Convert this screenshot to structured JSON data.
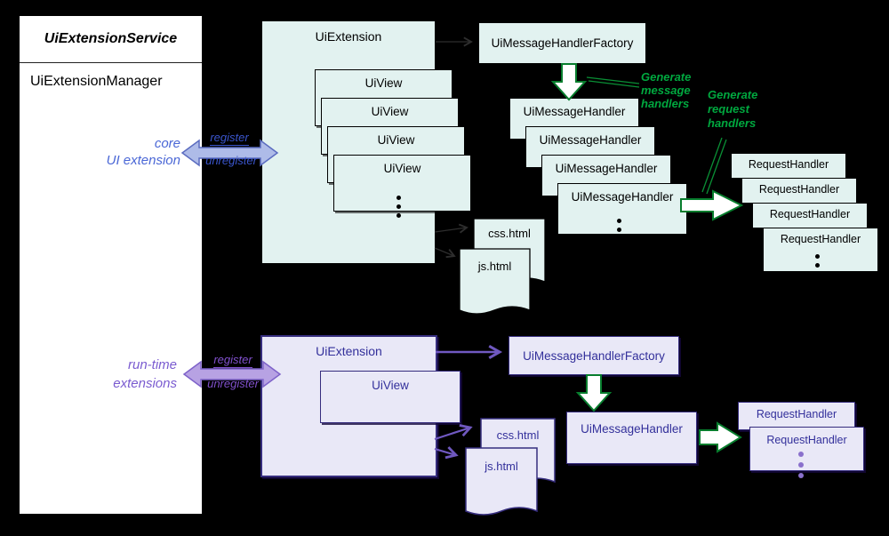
{
  "service": {
    "title": "UiExtensionService",
    "member": "UiExtensionManager",
    "core_label": [
      "core",
      "UI extension"
    ],
    "runtime_label": [
      "run-time",
      "extensions"
    ]
  },
  "top": {
    "register": "register",
    "unregister": "unregister",
    "extension_title": "UiExtension",
    "uiviews": [
      "UiView",
      "UiView",
      "UiView",
      "UiView"
    ],
    "factory": "UiMessageHandlerFactory",
    "handlers": [
      "UiMessageHandler",
      "UiMessageHandler",
      "UiMessageHandler",
      "UiMessageHandler"
    ],
    "request_handlers": [
      "RequestHandler",
      "RequestHandler",
      "RequestHandler",
      "RequestHandler"
    ],
    "docs": [
      "css.html",
      "js.html"
    ],
    "generate_message": [
      "Generate",
      "message",
      "handlers"
    ],
    "generate_request": [
      "Generate",
      "request",
      "handlers"
    ]
  },
  "bottom": {
    "register": "register",
    "unregister": "unregister",
    "extension_title": "UiExtension",
    "uiview": "UiView",
    "factory": "UiMessageHandlerFactory",
    "handler": "UiMessageHandler",
    "request_handlers": [
      "RequestHandler",
      "RequestHandler"
    ],
    "docs": [
      "css.html",
      "js.html"
    ]
  },
  "colors": {
    "background": "#000000",
    "teal_box_fill": "#e2f2f0",
    "lavender_box_fill": "#e9e8f7",
    "lavender_border": "#362d7e",
    "indigo_text": "#33309b",
    "blue_arrow_fill": "#aebbe8",
    "purple_arrow_fill": "#b7a2e3",
    "green_accent": "#00a83f",
    "blue_label": "#3a55cc",
    "purple_label": "#8050cc"
  }
}
